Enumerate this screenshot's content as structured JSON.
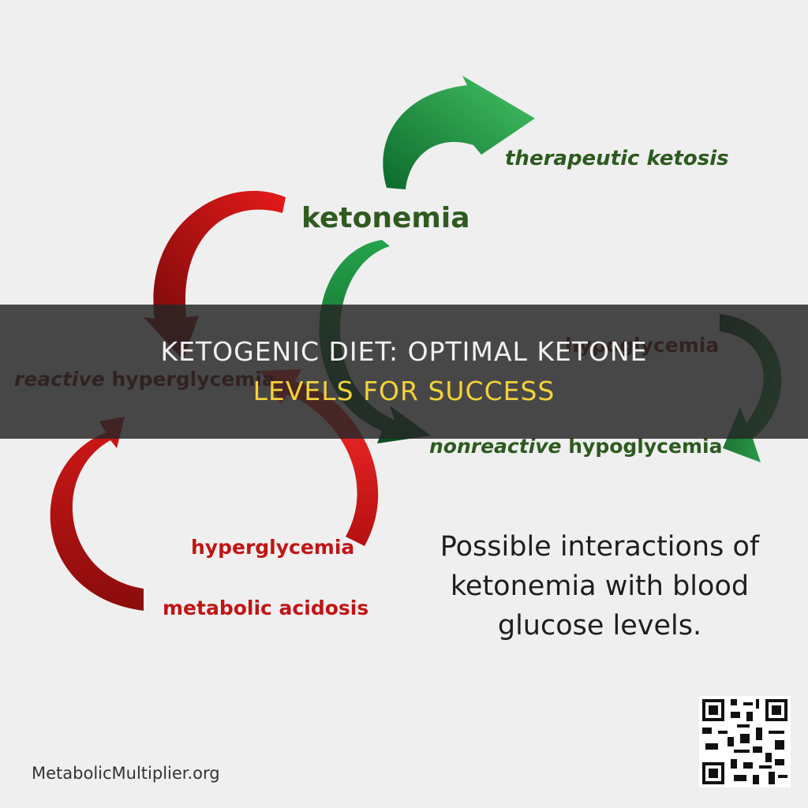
{
  "labels": {
    "therapeutic_ketosis": "therapeutic ketosis",
    "ketonemia": "ketonemia",
    "hypoglycemia": "hypoglycemia",
    "reactive_prefix": "reactive",
    "reactive_suffix": "hyperglycemia",
    "nonreactive_prefix": "nonreactive",
    "nonreactive_suffix": "hypoglycemia",
    "hyperglycemia": "hyperglycemia",
    "metabolic_acidosis": "metabolic acidosis"
  },
  "caption": {
    "line1": "Possible interactions of",
    "line2": "ketonemia with blood",
    "line3": "glucose levels."
  },
  "banner": {
    "line1": "KETOGENIC DIET: OPTIMAL KETONE",
    "line2": "LEVELS FOR SUCCESS"
  },
  "footer": {
    "source": "MetabolicMultiplier.org"
  },
  "colors": {
    "green_text": "#2d5a1f",
    "dark_red_text": "#6b0f0f",
    "red_text": "#c01515",
    "green_arrow": "#1f9a3c",
    "red_arrow": "#d41818",
    "banner_line1": "#f1f1f1",
    "banner_line2": "#f3d23a"
  },
  "icons": {
    "qr": "qr-code-icon"
  }
}
